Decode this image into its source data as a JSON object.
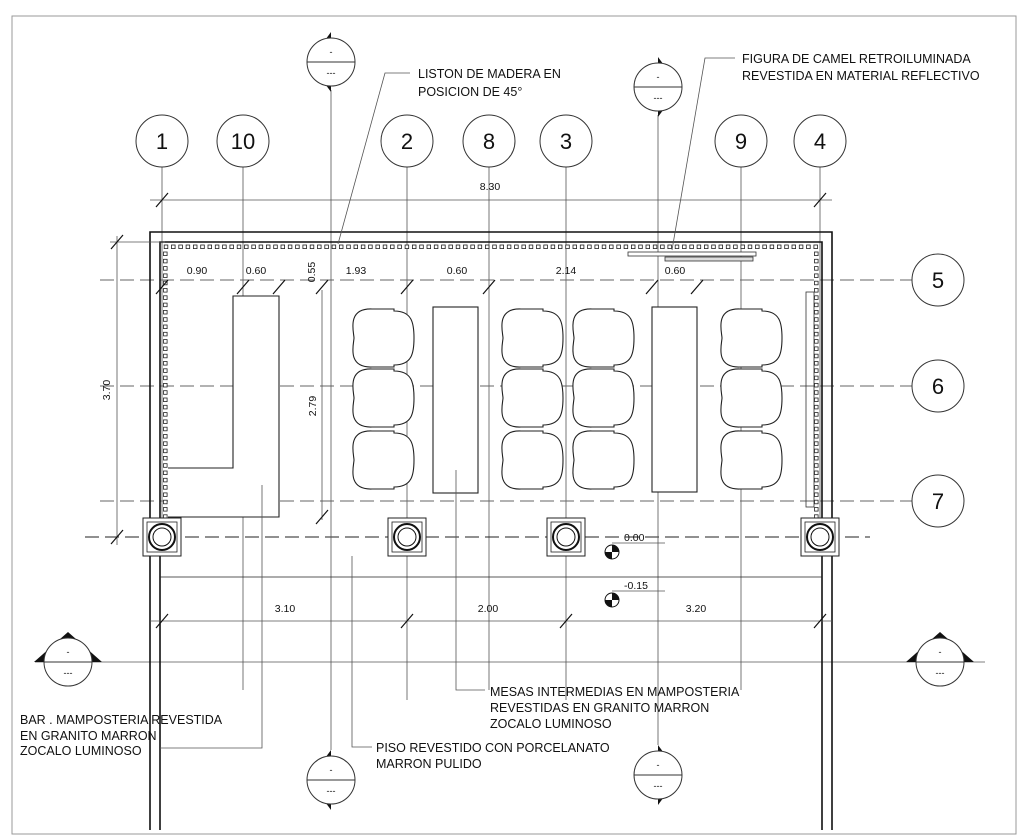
{
  "axes": {
    "columns": [
      "1",
      "10",
      "2",
      "8",
      "3",
      "9",
      "4"
    ],
    "rows": [
      "5",
      "6",
      "7"
    ]
  },
  "dimensions": {
    "overall_width": "8.30",
    "top_segments": [
      "0.90",
      "0.60",
      "1.93",
      "0.60",
      "2.14",
      "0.60"
    ],
    "offset_top": "0.55",
    "height_total": "3.70",
    "bar_length": "2.79",
    "bottom_segments": [
      "3.10",
      "2.00",
      "3.20"
    ]
  },
  "levels": [
    "0.00",
    "-0.15"
  ],
  "section_marker": {
    "number": "-",
    "sheet": "---"
  },
  "notes": {
    "liston": [
      "LISTON DE MADERA EN",
      "POSICION DE 45°"
    ],
    "figura": [
      "FIGURA DE CAMEL RETROILUMINADA",
      "REVESTIDA EN MATERIAL REFLECTIVO"
    ],
    "mesas": [
      "MESAS INTERMEDIAS EN MAMPOSTERIA",
      "REVESTIDAS EN GRANITO MARRON",
      "ZOCALO LUMINOSO"
    ],
    "bar": [
      "BAR . MAMPOSTERIA REVESTIDA",
      "EN GRANITO MARRON",
      "ZOCALO LUMINOSO"
    ],
    "piso": [
      "PISO REVESTIDO CON PORCELANATO",
      "MARRON PULIDO"
    ]
  }
}
